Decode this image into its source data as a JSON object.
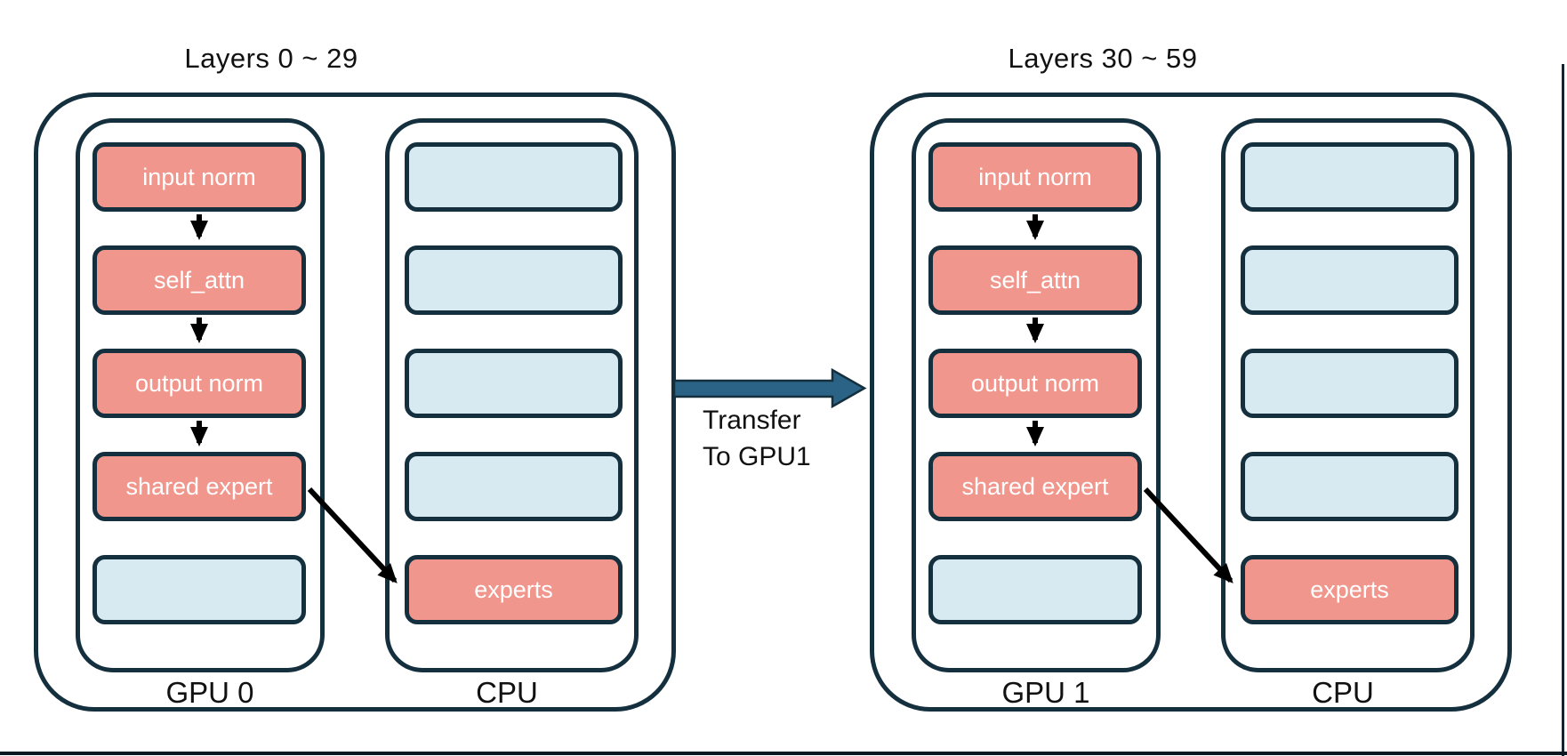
{
  "diagram": {
    "groups": [
      {
        "title": "Layers 0 ~ 29",
        "gpu": {
          "label": "GPU 0",
          "boxes": [
            {
              "label": "input norm"
            },
            {
              "label": "self_attn"
            },
            {
              "label": "output norm"
            },
            {
              "label": "shared expert"
            },
            {
              "label": ""
            }
          ]
        },
        "cpu": {
          "label": "CPU",
          "boxes": [
            {
              "label": ""
            },
            {
              "label": ""
            },
            {
              "label": ""
            },
            {
              "label": ""
            },
            {
              "label": "experts"
            }
          ]
        }
      },
      {
        "title": "Layers 30 ~ 59",
        "gpu": {
          "label": "GPU 1",
          "boxes": [
            {
              "label": "input norm"
            },
            {
              "label": "self_attn"
            },
            {
              "label": "output norm"
            },
            {
              "label": "shared expert"
            },
            {
              "label": ""
            }
          ]
        },
        "cpu": {
          "label": "CPU",
          "boxes": [
            {
              "label": ""
            },
            {
              "label": ""
            },
            {
              "label": ""
            },
            {
              "label": ""
            },
            {
              "label": "experts"
            }
          ]
        }
      }
    ],
    "transfer_label": {
      "line1": "Transfer",
      "line2": "To GPU1"
    },
    "colors": {
      "border_navy": "#142f3d",
      "module_fill_salmon": "#f1968c",
      "empty_fill_blue": "#d8eaf1",
      "transfer_arrow_fill": "#2a6386",
      "flow_arrow_black": "#000000",
      "module_text": "#ffffff",
      "label_text": "#111111"
    }
  }
}
